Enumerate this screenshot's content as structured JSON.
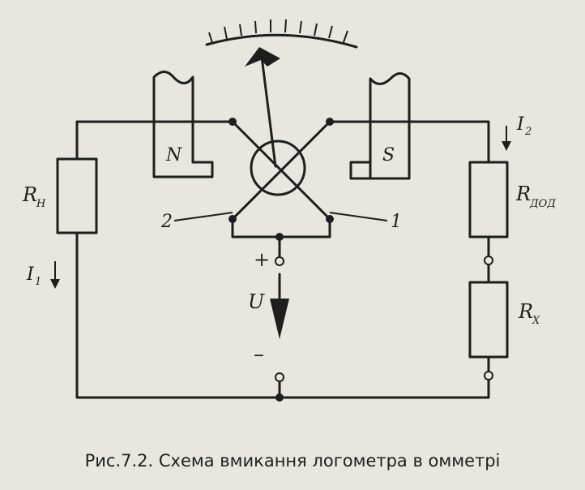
{
  "labels": {
    "pole_n": "N",
    "pole_s": "S",
    "r_n_main": "R",
    "r_n_sub": "Н",
    "r_dod_main": "R",
    "r_dod_sub": "ДОД",
    "r_x_main": "R",
    "r_x_sub": "X",
    "i1_main": "I",
    "i1_sub": "1",
    "i2_main": "I",
    "i2_sub": "2",
    "coil_1": "1",
    "coil_2": "2",
    "plus": "+",
    "minus": "–",
    "voltage": "U"
  },
  "caption": "Рис.7.2. Схема вмикання логометра в омметрі",
  "colors": {
    "ink": "#1e1e1e",
    "paper": "#e9e6df"
  }
}
